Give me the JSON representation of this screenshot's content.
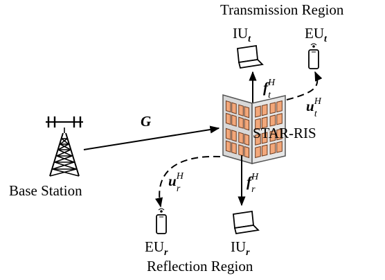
{
  "regions": {
    "transmission": "Transmission Region",
    "reflection": "Reflection Region"
  },
  "nodes": {
    "base_station": "Base Station",
    "ris": "STAR-RIS",
    "iu_t": {
      "base": "IU",
      "sub": "t"
    },
    "eu_t": {
      "base": "EU",
      "sub": "t"
    },
    "iu_r": {
      "base": "IU",
      "sub": "r"
    },
    "eu_r": {
      "base": "EU",
      "sub": "r"
    }
  },
  "channels": {
    "G": "G",
    "f_t": {
      "base": "f",
      "sub": "t",
      "sup": "H"
    },
    "u_t": {
      "base": "u",
      "sub": "t",
      "sup": "H"
    },
    "f_r": {
      "base": "f",
      "sub": "r",
      "sup": "H"
    },
    "u_r": {
      "base": "u",
      "sub": "r",
      "sup": "H"
    }
  },
  "colors": {
    "ris_element": "#f2a77a",
    "ris_panel": "#d8d8d8",
    "line": "#000000"
  }
}
